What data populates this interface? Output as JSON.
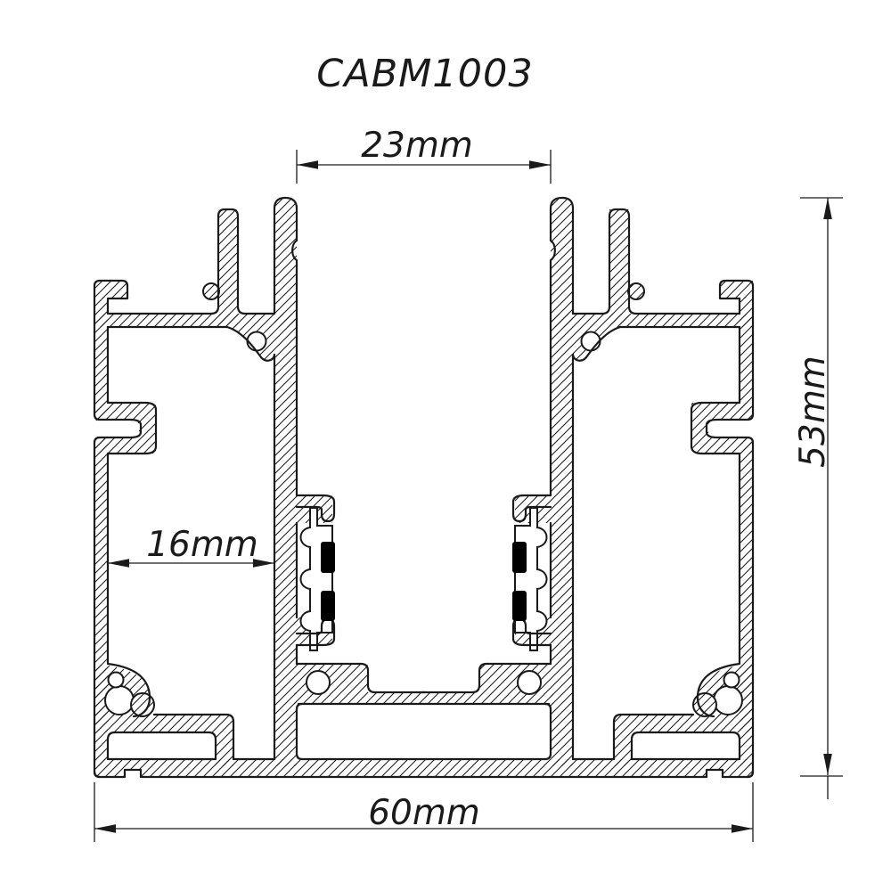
{
  "drawing": {
    "part_number": "CABM1003"
  },
  "dimensions": {
    "channel_width": "23mm",
    "cavity_width": "16mm",
    "height": "53mm",
    "overall_width": "60mm"
  },
  "colors": {
    "line": "#1a1a1a",
    "gasket": "#000000",
    "background": "#ffffff"
  }
}
